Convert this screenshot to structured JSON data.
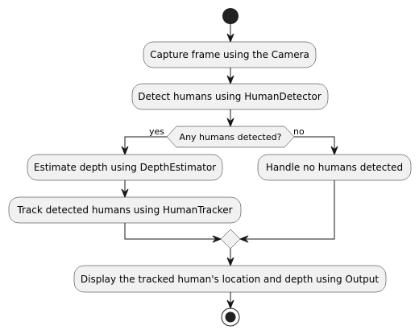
{
  "diagram": {
    "actions": {
      "capture": "Capture frame using the Camera",
      "detect": "Detect humans using HumanDetector",
      "estimate": "Estimate depth using DepthEstimator",
      "track": "Track detected humans using HumanTracker",
      "handle_none": "Handle no humans detected",
      "display": "Display the tracked human's location and depth using Output"
    },
    "decision": {
      "question": "Any humans detected?",
      "yes_label": "yes",
      "no_label": "no"
    }
  }
}
